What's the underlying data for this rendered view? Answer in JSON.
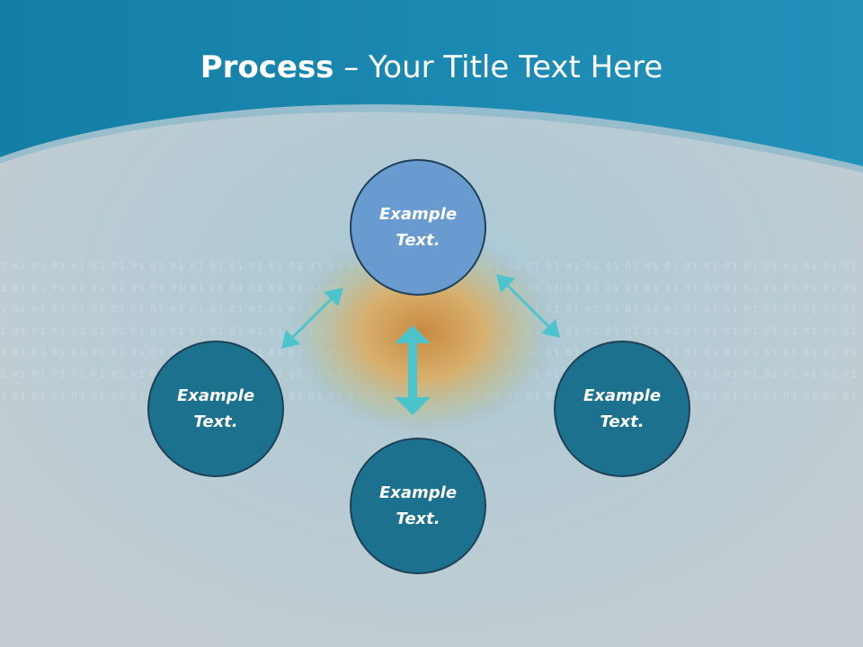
{
  "slide": {
    "title_bold": "Process",
    "title_rest": " – Your Title Text Here"
  },
  "nodes": {
    "top": "Example Text.",
    "left": "Example Text.",
    "right": "Example Text.",
    "bottom": "Example Text."
  },
  "colors": {
    "header": "#1d8db8",
    "node_highlight": "#6a9bd0",
    "node": "#1b718e",
    "arrow": "#4dc3cc"
  }
}
